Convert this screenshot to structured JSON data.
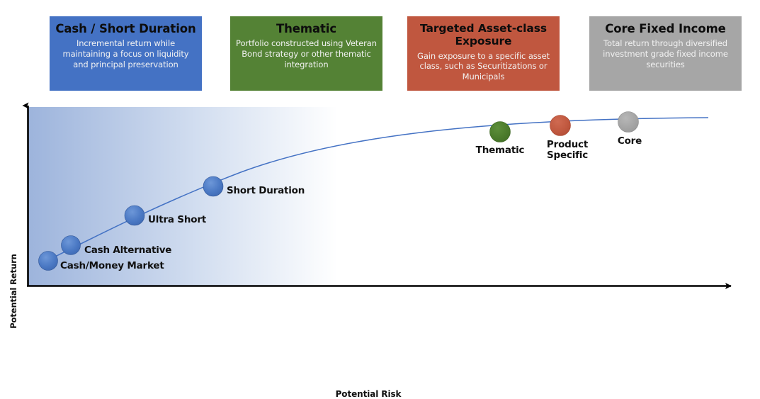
{
  "categories": [
    {
      "id": "cash-short-duration",
      "title": "Cash / Short Duration",
      "description": "Incremental return while maintaining a focus on liquidity and principal preservation",
      "color": "#4472c4"
    },
    {
      "id": "thematic",
      "title": "Thematic",
      "description": "Portfolio constructed using Veteran Bond strategy or other thematic integration",
      "color": "#548235"
    },
    {
      "id": "targeted-asset-class-exposure",
      "title": "Targeted Asset-class Exposure",
      "description": "Gain exposure to a specific asset class, such as Securitizations or Municipals",
      "color": "#c0573f"
    },
    {
      "id": "core-fixed-income",
      "title": "Core Fixed Income",
      "description": "Total return through diversified investment grade fixed income securities",
      "color": "#a6a6a6"
    }
  ],
  "chart_data": {
    "type": "scatter",
    "title": "",
    "xlabel": "Potential Risk",
    "ylabel": "Potential Return",
    "xlim": [
      0,
      100
    ],
    "ylim": [
      0,
      100
    ],
    "grid": false,
    "legend": "none",
    "annotations": {
      "curve": "Monotonic concave risk/return curve rising from lower-left to upper-right",
      "background": "Horizontal gradient shading from blue at low risk fading to white at higher risk"
    },
    "points": [
      {
        "label": "Cash/Money Market",
        "x": 3.1,
        "y": 9.5,
        "color": "#4472c4",
        "label_pos": "right"
      },
      {
        "label": "Cash Alternative",
        "x": 6.4,
        "y": 18.2,
        "color": "#4472c4",
        "label_pos": "right"
      },
      {
        "label": "Ultra Short",
        "x": 15.6,
        "y": 34.7,
        "color": "#4472c4",
        "label_pos": "right"
      },
      {
        "label": "Short Duration",
        "x": 27.1,
        "y": 50.9,
        "color": "#4472c4",
        "label_pos": "right"
      },
      {
        "label": "Thematic",
        "x": 68.0,
        "y": 81.6,
        "color": "#548235",
        "label_pos": "below"
      },
      {
        "label": "Product\nSpecific",
        "x": 76.8,
        "y": 85.2,
        "color": "#c0573f",
        "label_pos": "below"
      },
      {
        "label": "Core",
        "x": 86.7,
        "y": 87.2,
        "color": "#a6a6a6",
        "label_pos": "below"
      }
    ]
  },
  "colors": {
    "curve": "#4472c4",
    "axis": "#000000",
    "gradient_start": "#9db4dc",
    "gradient_end": "#ffffff"
  }
}
